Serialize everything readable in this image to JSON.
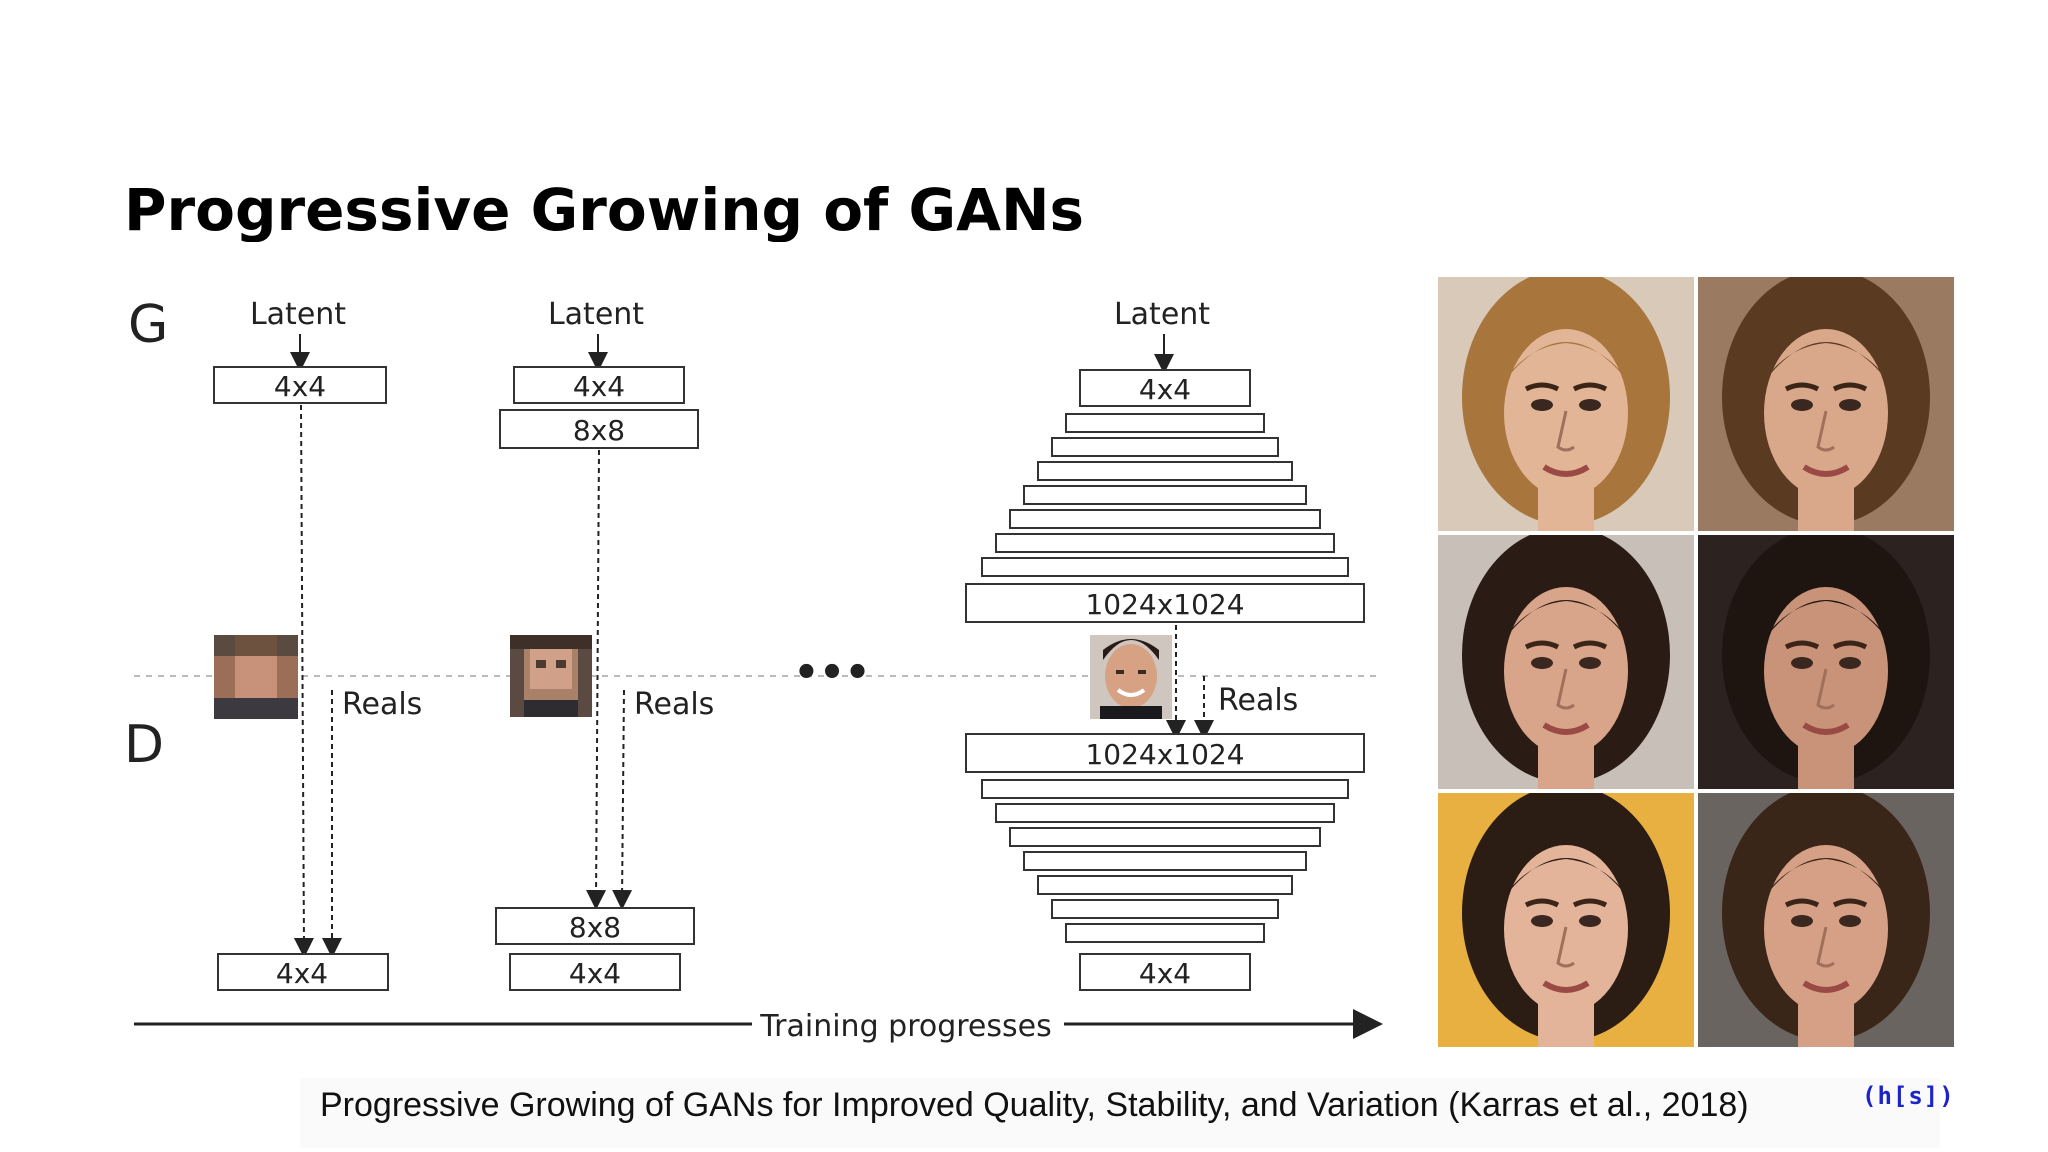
{
  "slide": {
    "title": "Progressive Growing of GANs",
    "citation": "Progressive Growing of GANs for Improved Quality, Stability, and Variation (Karras et al., 2018)",
    "logo": "(h[s])"
  },
  "diagram": {
    "g_label": "G",
    "d_label": "D",
    "latent_label": "Latent",
    "reals_label": "Reals",
    "ellipsis": "•••",
    "training_label": "Training progresses",
    "stage1": {
      "gen_block": "4x4",
      "disc_block": "4x4"
    },
    "stage2": {
      "gen_blocks": [
        "4x4",
        "8x8"
      ],
      "disc_blocks": [
        "8x8",
        "4x4"
      ]
    },
    "stage3": {
      "gen_top": "4x4",
      "gen_bottom": "1024x1024",
      "disc_top": "1024x1024",
      "disc_bottom": "4x4"
    }
  },
  "faces": [
    {
      "name": "face-woman-blonde",
      "skin": "#e2b596",
      "hair": "#a8753c",
      "bg": "#d9c9b8"
    },
    {
      "name": "face-woman-brunette",
      "skin": "#d9a88a",
      "hair": "#5b3a22",
      "bg": "#9a7a60"
    },
    {
      "name": "face-man-dark-hair",
      "skin": "#d8a58a",
      "hair": "#2a1c14",
      "bg": "#c8c0b8"
    },
    {
      "name": "face-man-beard",
      "skin": "#c9937a",
      "hair": "#1e1510",
      "bg": "#2c2220"
    },
    {
      "name": "face-woman-short-hair",
      "skin": "#e3b49a",
      "hair": "#2b1c14",
      "bg": "#e8b040"
    },
    {
      "name": "face-man-smiling",
      "skin": "#d6a086",
      "hair": "#3a2618",
      "bg": "#6a6460"
    }
  ]
}
